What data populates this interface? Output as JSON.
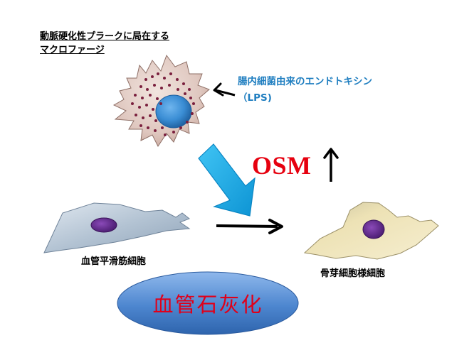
{
  "macrophage_caption": {
    "line1": "動脈硬化性プラークに局在する",
    "line2": "マクロファージ"
  },
  "lps_label": {
    "line1": "腸内細菌由来のエンドトキシン",
    "line2": "（LPS)"
  },
  "osm_label": "OSM",
  "smooth_muscle_label": "血管平滑筋細胞",
  "osteoblast_label": "骨芽細胞様細胞",
  "calcification_label": "血管石灰化",
  "colors": {
    "macrophage_fill": "#dfc7bf",
    "macrophage_nucleus": "#3a8dd4",
    "granule": "#7a1f3d",
    "smc_fill": "#b3c3d3",
    "osteo_fill": "#ede2b5",
    "cell_nucleus": "#5e2a88",
    "big_arrow": "#17a9e6",
    "osm_text": "#e6000f",
    "lps_text": "#1f7ec0",
    "calcification_oval": "#4d86cf"
  }
}
